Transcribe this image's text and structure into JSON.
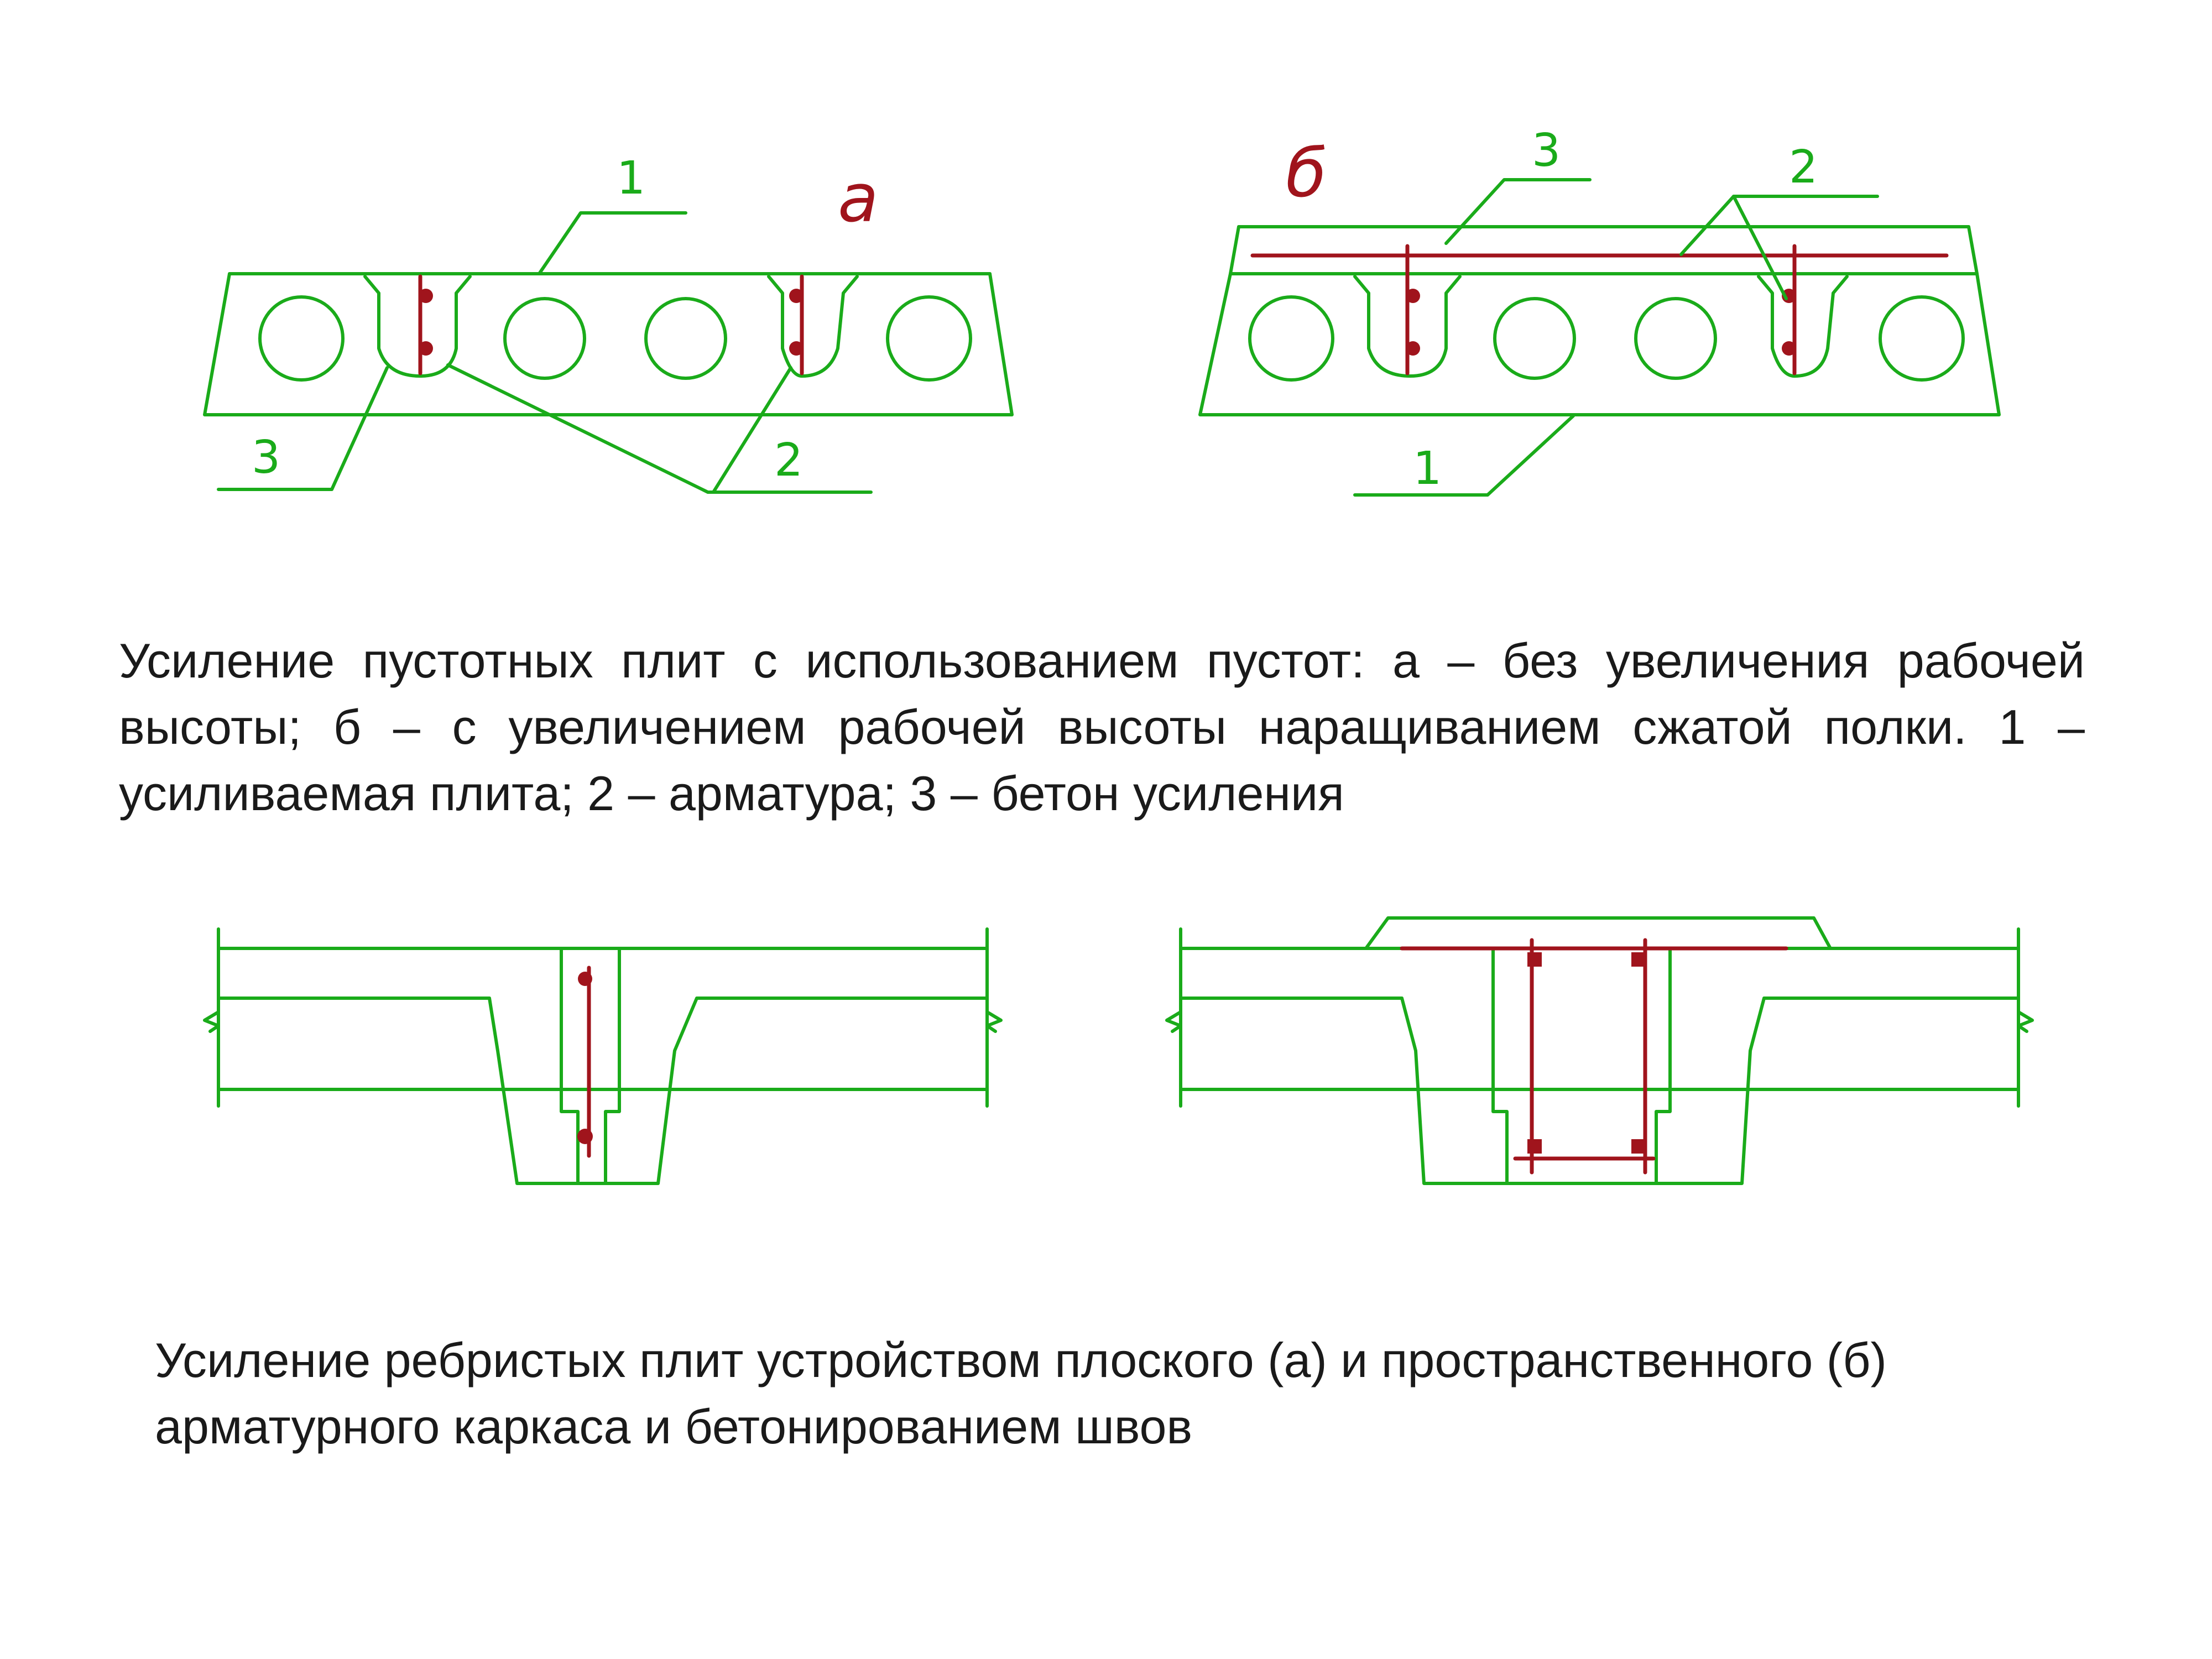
{
  "fig_a": {
    "letter": "а",
    "label_1": "1",
    "label_2": "2",
    "label_3": "3"
  },
  "fig_b": {
    "letter": "б",
    "label_1": "1",
    "label_2": "2",
    "label_3": "3"
  },
  "caption_top": "Усиление пустотных плит с использованием пустот: а – без увеличения рабочей высоты; б – с увеличением рабочей высоты наращиванием сжатой полки. 1 – усиливаемая плита; 2 – арматура; 3 – бетон усиления",
  "caption_bottom": "Усиление ребристых плит устройством плоского (а) и пространственного (б) арматурного каркаса и бетонированием швов",
  "colors": {
    "outline": "#1aab1a",
    "rebar": "#a0141c",
    "text": "#1a1a1a"
  }
}
